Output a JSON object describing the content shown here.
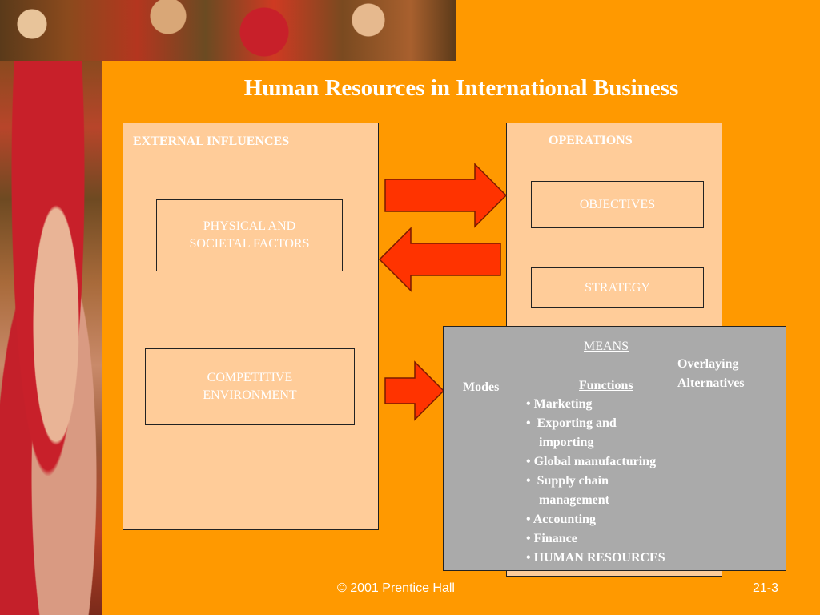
{
  "title": "Human Resources in International Business",
  "external": {
    "label": "EXTERNAL INFLUENCES",
    "boxes": [
      {
        "line1": "PHYSICAL AND",
        "line2": "SOCIETAL FACTORS"
      },
      {
        "line1": "COMPETITIVE",
        "line2": "ENVIRONMENT"
      }
    ]
  },
  "operations": {
    "label": "OPERATIONS",
    "boxes": [
      "OBJECTIVES",
      "STRATEGY"
    ]
  },
  "means": {
    "title": "MEANS",
    "modes": "Modes",
    "functions_header": "Functions",
    "overlaying_line1": "Overlaying",
    "overlaying_line2": "Alternatives",
    "functions": [
      "• Marketing",
      "•  Exporting and",
      "    importing",
      "• Global manufacturing",
      "•  Supply chain",
      "    management",
      "• Accounting",
      "• Finance",
      "• HUMAN RESOURCES"
    ]
  },
  "footer": {
    "copyright": "© 2001 Prentice Hall",
    "slide_number": "21-3"
  },
  "colors": {
    "background": "#ff9900",
    "panel": "#ffcc99",
    "arrow": "#ff3300",
    "means_panel": "#aaaaaa",
    "text": "#ffffff"
  }
}
